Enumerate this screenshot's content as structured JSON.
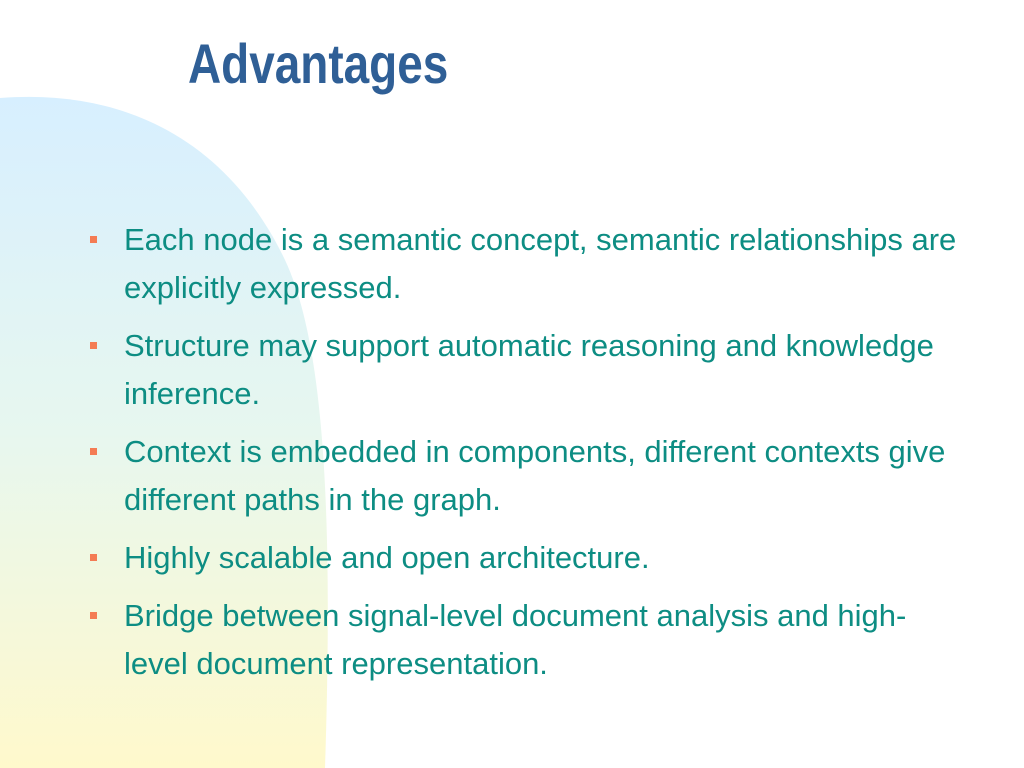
{
  "slide": {
    "title": "Advantages",
    "bullets": [
      "Each node is a semantic concept, semantic relationships are explicitly expressed.",
      "Structure may support automatic reasoning and knowledge inference.",
      "Context is embedded in components, different contexts give different paths in the graph.",
      "Highly scalable and open architecture.",
      "Bridge between signal-level document analysis and high-level document representation."
    ]
  },
  "colors": {
    "title": "#2f5f96",
    "text": "#0d8d83",
    "bullet_marker": "#f47c54",
    "background_gradient_top": "#d7efff",
    "background_gradient_bottom": "#fff9cc"
  }
}
